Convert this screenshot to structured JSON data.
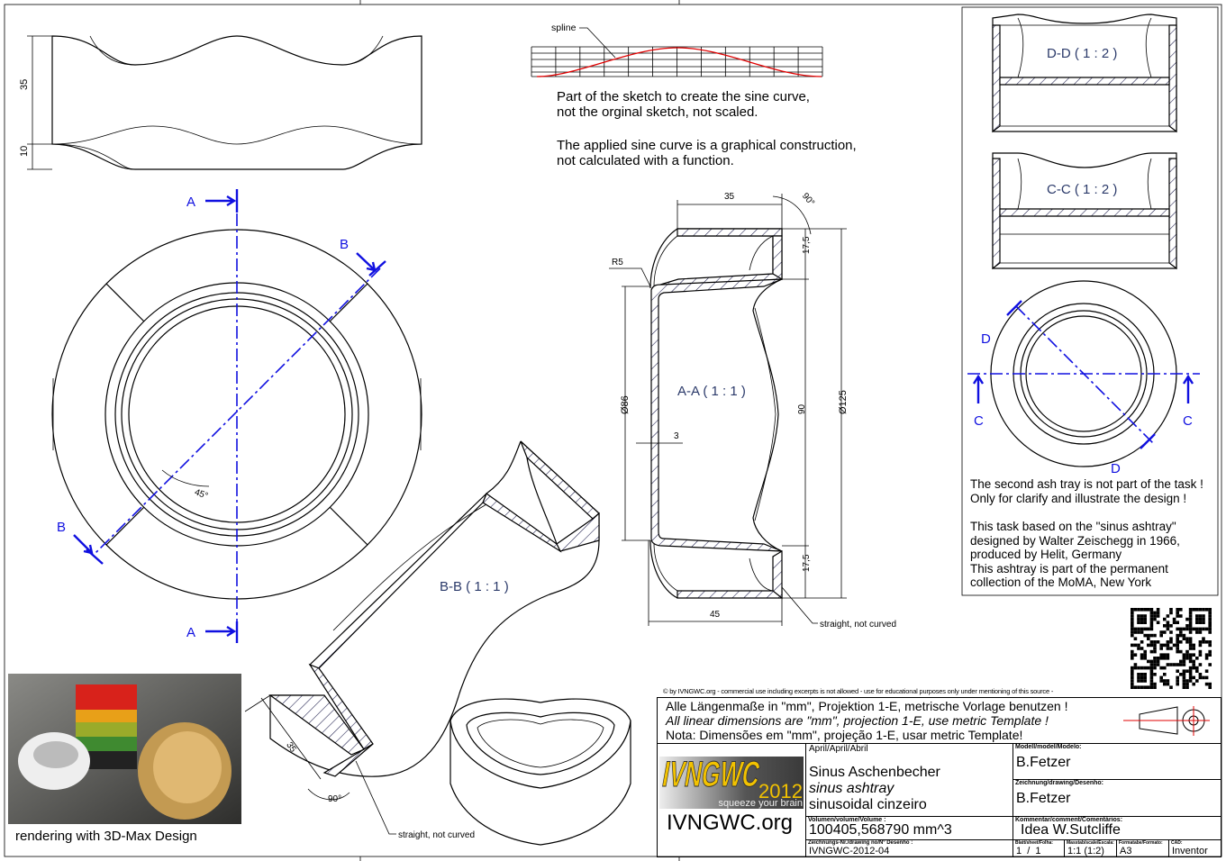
{
  "top_view": {
    "dim_height": "35",
    "dim_base": "10"
  },
  "spline_sketch": {
    "label": "spline",
    "note1_line1": "Part of the sketch to create the sine curve,",
    "note1_line2": "not the orginal sketch, not scaled.",
    "note2_line1": "The applied sine curve is a graphical construction,",
    "note2_line2": "not calculated with a function."
  },
  "plan_view": {
    "section_a_top": "A",
    "section_a_bottom": "A",
    "section_b_top": "B",
    "section_b_bottom": "B",
    "angle": "45°"
  },
  "section_aa": {
    "title": "A-A ( 1 : 1 )",
    "dim_top_width": "35",
    "dim_angle": "90°",
    "dim_radius": "R5",
    "dim_upper": "17,5",
    "dim_lower": "17,5",
    "dim_inner": "90",
    "dim_outer_dia": "Ø125",
    "dim_inner_dia": "Ø86",
    "dim_wall": "3",
    "dim_bottom_width": "45",
    "callout": "straight, not curved"
  },
  "section_bb": {
    "title": "B-B ( 1 : 1 )",
    "dim_width": "35",
    "dim_angle": "90°",
    "callout": "straight, not curved"
  },
  "right_panel": {
    "section_dd": "D-D ( 1 : 2 )",
    "section_cc": "C-C ( 1 : 2 )",
    "label_d_top": "D",
    "label_d_bottom": "D",
    "label_c_left": "C",
    "label_c_right": "C",
    "note_line1": "The second ash tray is not part of the task !",
    "note_line2": "Only for clarify and illustrate the design !",
    "note_line3": "This task based on the \"sinus ashtray\"",
    "note_line4": "designed by Walter Zeischegg in 1966,",
    "note_line5": "produced by Helit, Germany",
    "note_line6": "This ashtray is part of the permanent",
    "note_line7": "collection of the MoMA, New York"
  },
  "rendering": {
    "caption": "rendering with 3D-Max Design"
  },
  "copyright": "© by IVNGWC.org - commercial use including excerpts is not allowed - use for educational purposes only under mentioning of this source -",
  "title_block": {
    "note_de": "Alle Längenmaße in \"mm\", Projektion 1-E, metrische Vorlage benutzen !",
    "note_en": "All linear dimensions are \"mm\", projection 1-E, use metric Template !",
    "note_pt": "Nota: Dimensões em \"mm\", projeção 1-E, usar metric Template!",
    "logo_main": "IVNGWC",
    "logo_year": "2012",
    "logo_slogan": "squeeze your brain",
    "logo_site": "IVNGWC.org",
    "month": "April/April/Abril",
    "title_de": "Sinus Aschenbecher",
    "title_en": "sinus ashtray",
    "title_pt": "sinusoidal cinzeiro",
    "model_label": "Modell/model/Modelo:",
    "model_value": "B.Fetzer",
    "drawing_label": "Zeichnung/drawing/Desenho:",
    "drawing_value": "B.Fetzer",
    "volume_label": "Volumen/volume/Volume :",
    "volume_value": "100405,568790 mm^3",
    "comment_label": "Kommentar/comment/Comentários:",
    "comment_value": "Idea W.Sutcliffe",
    "drawing_no_label": "Zeichnungs-Nr./drawing no/Nº Desenho :",
    "drawing_no_value": "IVNGWC-2012-04",
    "sheet_label": "Blatt/sheet/Folha:",
    "sheet_value": "1  /  1",
    "scale_label": "Masstab/scale/Escala:",
    "scale_value": "1:1 (1:2)",
    "format_label": "Formatabe/Formato:",
    "format_value": "A3",
    "cad_label": "CAD:",
    "cad_value": "Inventor"
  },
  "colors": {
    "section_line": "#1010e0",
    "spline": "#e00000",
    "logo_yellow": "#f2c200"
  }
}
